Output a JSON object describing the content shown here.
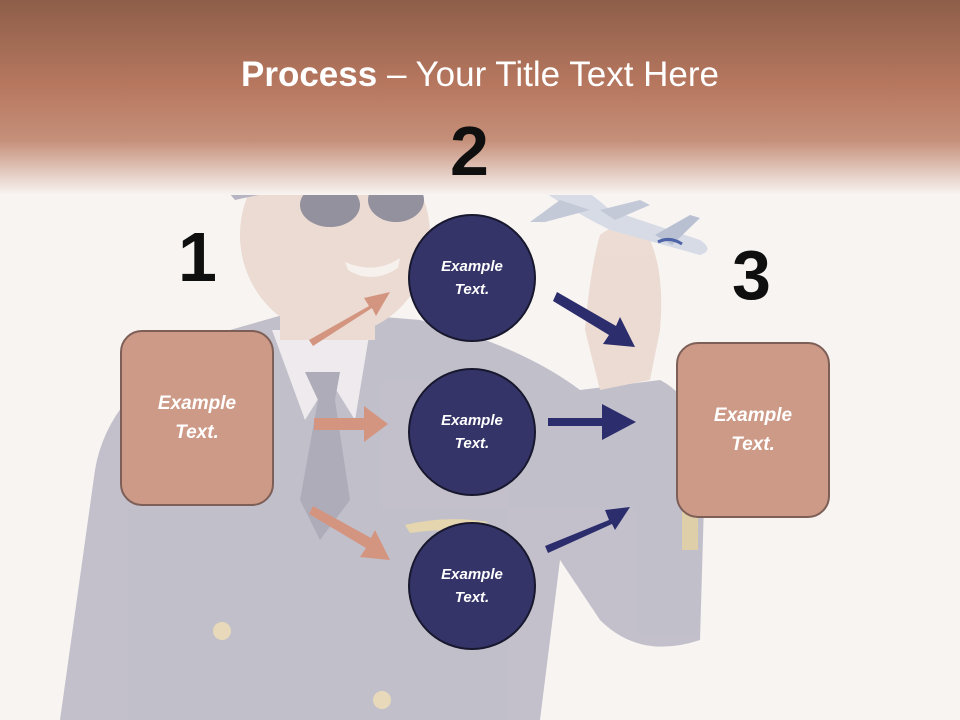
{
  "title": {
    "bold": "Process",
    "rest": " – Your Title Text Here"
  },
  "steps": {
    "one": {
      "number": "1",
      "text": "Example Text."
    },
    "two": {
      "number": "2"
    },
    "three": {
      "number": "3",
      "text": "Example Text."
    }
  },
  "circles": [
    {
      "text": "Example Text."
    },
    {
      "text": "Example Text."
    },
    {
      "text": "Example Text."
    }
  ],
  "colors": {
    "header": "#a96a52",
    "box_fill": "#cd9a87",
    "circle_fill": "#353468",
    "arrow_salmon": "#d49580",
    "arrow_navy": "#2b2d6c"
  }
}
